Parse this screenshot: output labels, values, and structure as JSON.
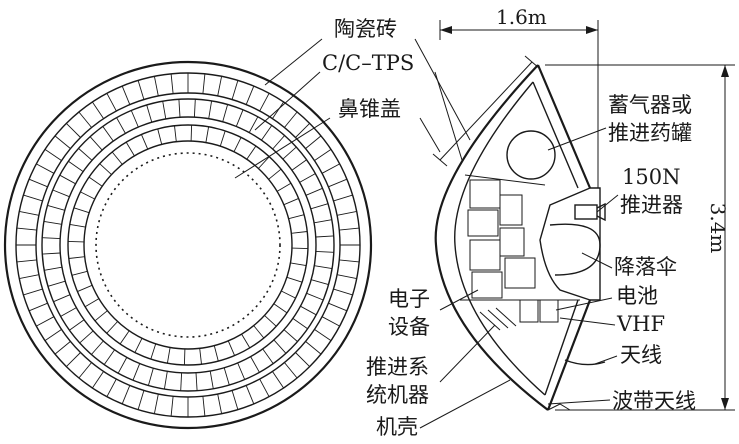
{
  "labels": {
    "tile": "陶瓷砖",
    "cctps": "C/C–TPS",
    "nosecap": "鼻锥盖",
    "tank_l1": "蓄气器或",
    "tank_l2": "推进药罐",
    "thruster_l1": "150N",
    "thruster_l2": "推进器",
    "parachute": "降落伞",
    "battery": "电池",
    "electronics_l1": "电子",
    "electronics_l2": "设备",
    "vhf": "VHF",
    "propulsion_l1": "推进系",
    "propulsion_l2": "统机器",
    "antenna": "天线",
    "waveband_antenna": "波带天线",
    "shell": "机壳"
  },
  "dimensions": {
    "width": "1.6m",
    "height": "3.4m"
  },
  "colors": {
    "ink": "#1a1a1a",
    "paper": "#ffffff"
  }
}
